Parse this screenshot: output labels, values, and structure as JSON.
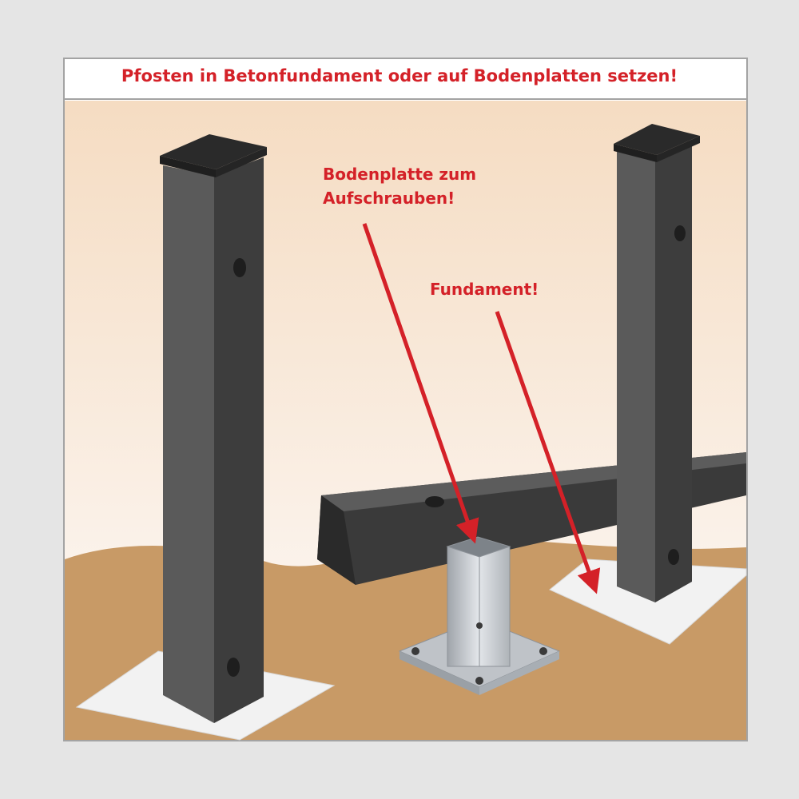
{
  "header": {
    "title": "Pfosten in Betonfundament  oder auf Bodenplatten setzen!"
  },
  "labels": {
    "plate_line1": "Bodenplatte zum",
    "plate_line2": "Aufschrauben!",
    "foundation": "Fundament!"
  },
  "colors": {
    "accent_red": "#d42128",
    "post_front": "#5a5a5a",
    "post_side": "#3d3d3d",
    "post_cap": "#2a2a2a",
    "ground": "#c89a66",
    "sky_top": "#f5dcc2",
    "sky_bottom": "#fbf3ec",
    "concrete_pad": "#f2f2f2",
    "galvanized": "#c9ccd0"
  },
  "objects": {
    "posts_standing": 2,
    "rail_lying": 1,
    "ground_plate_sockets": 1,
    "concrete_pads": 2
  }
}
